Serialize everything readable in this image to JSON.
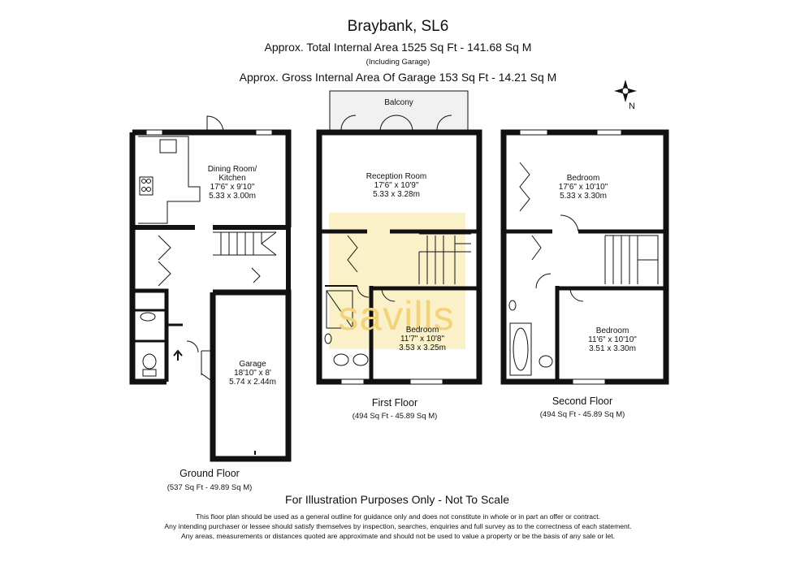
{
  "header": {
    "title": "Braybank, SL6",
    "total_area": "Approx. Total Internal Area   1525 Sq Ft  -  141.68 Sq M",
    "including_note": "(Including Garage)",
    "garage_area": "Approx. Gross Internal Area Of Garage  153 Sq Ft  -  14.21 Sq M"
  },
  "compass": {
    "north_label": "N"
  },
  "watermark": {
    "text": "savills",
    "color": "#f3d27a"
  },
  "floors": {
    "ground": {
      "name": "Ground Floor",
      "area": "(537 Sq Ft  -  49.89 Sq M)",
      "rooms": {
        "kitchen": {
          "name1": "Dining Room/",
          "name2": "Kitchen",
          "imperial": "17'6\" x 9'10\"",
          "metric": "5.33 x 3.00m"
        },
        "garage": {
          "name": "Garage",
          "imperial": "18'10\" x 8'",
          "metric": "5.74 x 2.44m"
        }
      }
    },
    "first": {
      "name": "First Floor",
      "area": "(494 Sq Ft  -  45.89 Sq M)",
      "balcony": "Balcony",
      "rooms": {
        "reception": {
          "name": "Reception Room",
          "imperial": "17'6\" x 10'9\"",
          "metric": "5.33 x 3.28m"
        },
        "bedroom": {
          "name": "Bedroom",
          "imperial": "11'7\" x 10'8\"",
          "metric": "3.53 x 3.25m"
        }
      }
    },
    "second": {
      "name": "Second Floor",
      "area": "(494 Sq Ft  -  45.89 Sq M)",
      "rooms": {
        "bedroom_top": {
          "name": "Bedroom",
          "imperial": "17'6\" x 10'10\"",
          "metric": "5.33 x 3.30m"
        },
        "bedroom_bottom": {
          "name": "Bedroom",
          "imperial": "11'6\" x 10'10\"",
          "metric": "3.51 x 3.30m"
        }
      }
    }
  },
  "footer": {
    "headline": "For Illustration Purposes Only - Not To Scale",
    "line1": "This floor plan should be used as a general outline for guidance only and does not constitute in whole or in part an offer or contract.",
    "line2": "Any intending purchaser or lessee should satisfy themselves by inspection, searches, enquiries and full survey as to the correctness of each statement.",
    "line3": "Any areas, measurements or distances quoted are approximate and should not be used to value a property or be the basis of any sale or let."
  }
}
